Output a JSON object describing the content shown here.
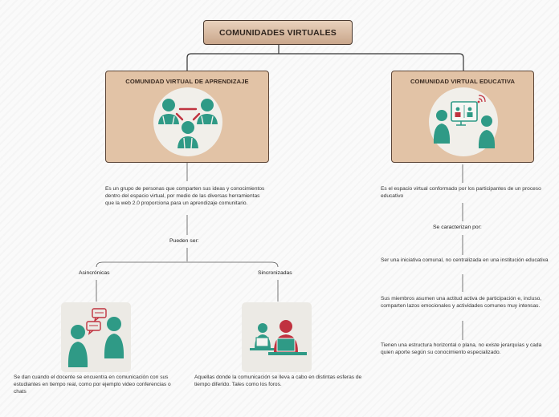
{
  "title": "COMUNIDADES VIRTUALES",
  "left": {
    "title": "COMUNIDAD VIRTUAL DE APRENDIZAJE",
    "description": "Es un grupo de personas que comparten sus ideas y conocimientos dentro del espacio virtual, por medio de las diversas herramientas que la web 2.0 proporciona para un aprendizaje comunitario.",
    "branch_label": "Pueden ser:",
    "types": [
      {
        "label": "Asincrónicas",
        "description": "Se dan cuando el docente se encuentra en comunicación con sus estudiantes en tiempo real, como por ejemplo video conferencias o chats"
      },
      {
        "label": "Sincronizadas",
        "description": "Aquellas donde la comunicación se lleva a cabo en distintas esferas de tiempo diferido. Tales como los foros."
      }
    ]
  },
  "right": {
    "title": "COMUNIDAD VIRTUAL EDUCATIVA",
    "description": "Es el espacio virtual conformado por los participantes de un proceso educativo",
    "branch_label": "Se caracterizan por:",
    "features": [
      "Ser una iniciativa comunal, no centralizada en una institución educativa",
      "Sus miembros asumen una actitud activa de participación e, incluso, comparten lazos emocionales y actividades comunes muy intensas.",
      "Tienen una estructura horizontal o plana, no existe jerarquías y cada quien aporte según su conocimiento especializado."
    ]
  },
  "colors": {
    "teal": "#2f9a86",
    "red": "#c0323f",
    "card": "#e2c3a6",
    "line": "#333333"
  },
  "icons": [
    "group-network-icon",
    "video-call-icon",
    "chat-people-icon",
    "computer-users-icon"
  ]
}
